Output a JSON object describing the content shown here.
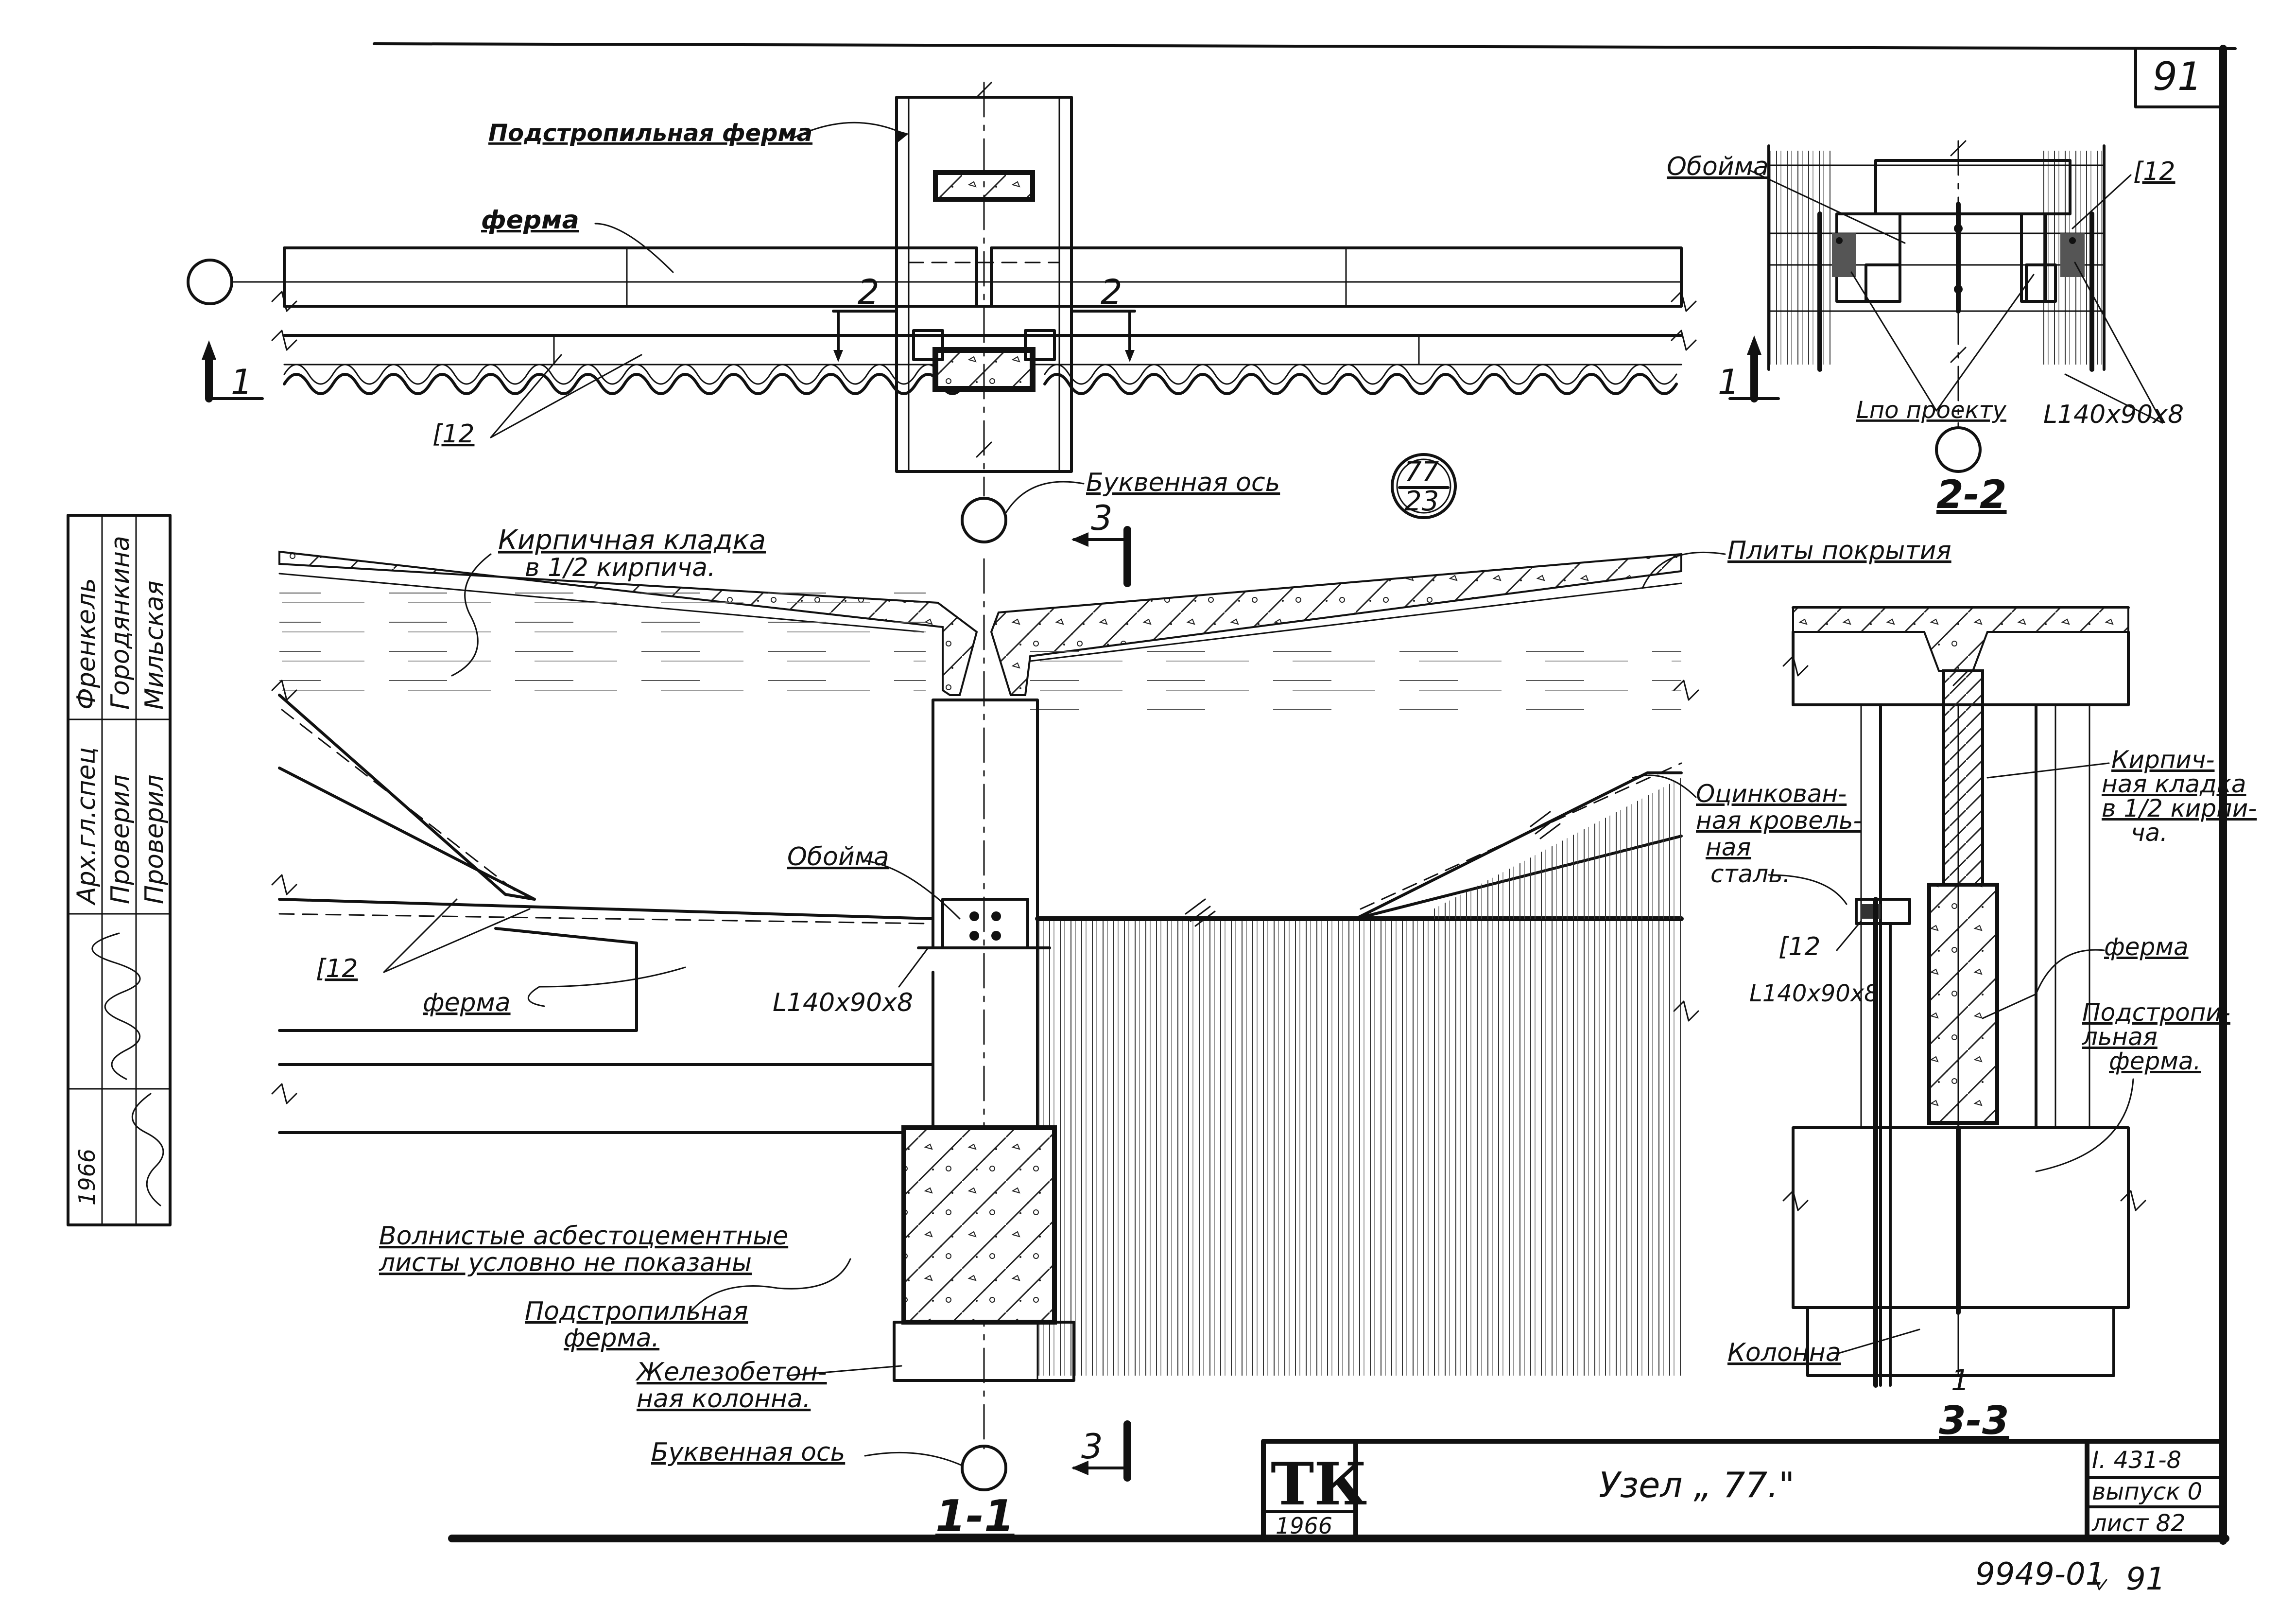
{
  "sheet": {
    "sheet_number": "91",
    "stamp_number": "9949-01",
    "stamp_page": "91",
    "node_mark_top": "77",
    "node_mark_bottom": "23"
  },
  "title_block": {
    "logo": "ТК",
    "year": "1966",
    "title": "Узел „ 77.\"",
    "series": "I. 431-8",
    "issue": "выпуск 0",
    "sheet_ref": "лист 82"
  },
  "side_stamp": {
    "rows": [
      {
        "role": "Арх.гл.спец",
        "name": "Френкель"
      },
      {
        "role": "Проверил",
        "name": "Городянкина"
      },
      {
        "role": "Проверил",
        "name": "Мильская"
      }
    ],
    "year": "1966"
  },
  "plan": {
    "label_podstrop": "Подстропильная ферма",
    "label_ferma": "ферма",
    "label_c12": "[12",
    "axis_label": "Буквенная ось",
    "section_1": "1",
    "section_2": "2"
  },
  "section22": {
    "title": "2-2",
    "label_oboima": "Обойма",
    "label_c12": "[12",
    "label_l_proekt": "Lпо проекту",
    "label_angle": "L140x90x8",
    "mark_1": "1"
  },
  "section11": {
    "title": "1-1",
    "label_kladka_1": "Кирпичная кладка",
    "label_kladka_2": "в 1/2 кирпича.",
    "label_plity": "Плиты покрытия",
    "label_oboima": "Обойма",
    "label_ocink_1": "Оцинкован-",
    "label_ocink_2": "ная кровель-",
    "label_ocink_3": "ная",
    "label_ocink_4": "сталь.",
    "label_c12": "[12",
    "label_ferma": "ферма",
    "label_angle": "L140x90x8",
    "label_volnist_1": "Волнистые асбестоцементные",
    "label_volnist_2": "листы условно не показаны",
    "label_podstrop_1": "Подстропильная",
    "label_podstrop_2": "ферма.",
    "label_zhb_1": "Железобетон-",
    "label_zhb_2": "ная колонна.",
    "axis_label": "Буквенная ось",
    "section_3": "3"
  },
  "section33": {
    "title": "3-3",
    "label_kladka_1": "Кирпич-",
    "label_kladka_2": "ная кладка",
    "label_kladka_3": "в 1/2 кирпи-",
    "label_kladka_4": "ча.",
    "label_ferma": "ферма",
    "label_podstrop_1": "Подстропи-",
    "label_podstrop_2": "льная",
    "label_podstrop_3": "ферма.",
    "label_c12": "[12",
    "label_angle": "L140x90x8",
    "label_kolonna": "Колонна",
    "mark_1": "1"
  }
}
